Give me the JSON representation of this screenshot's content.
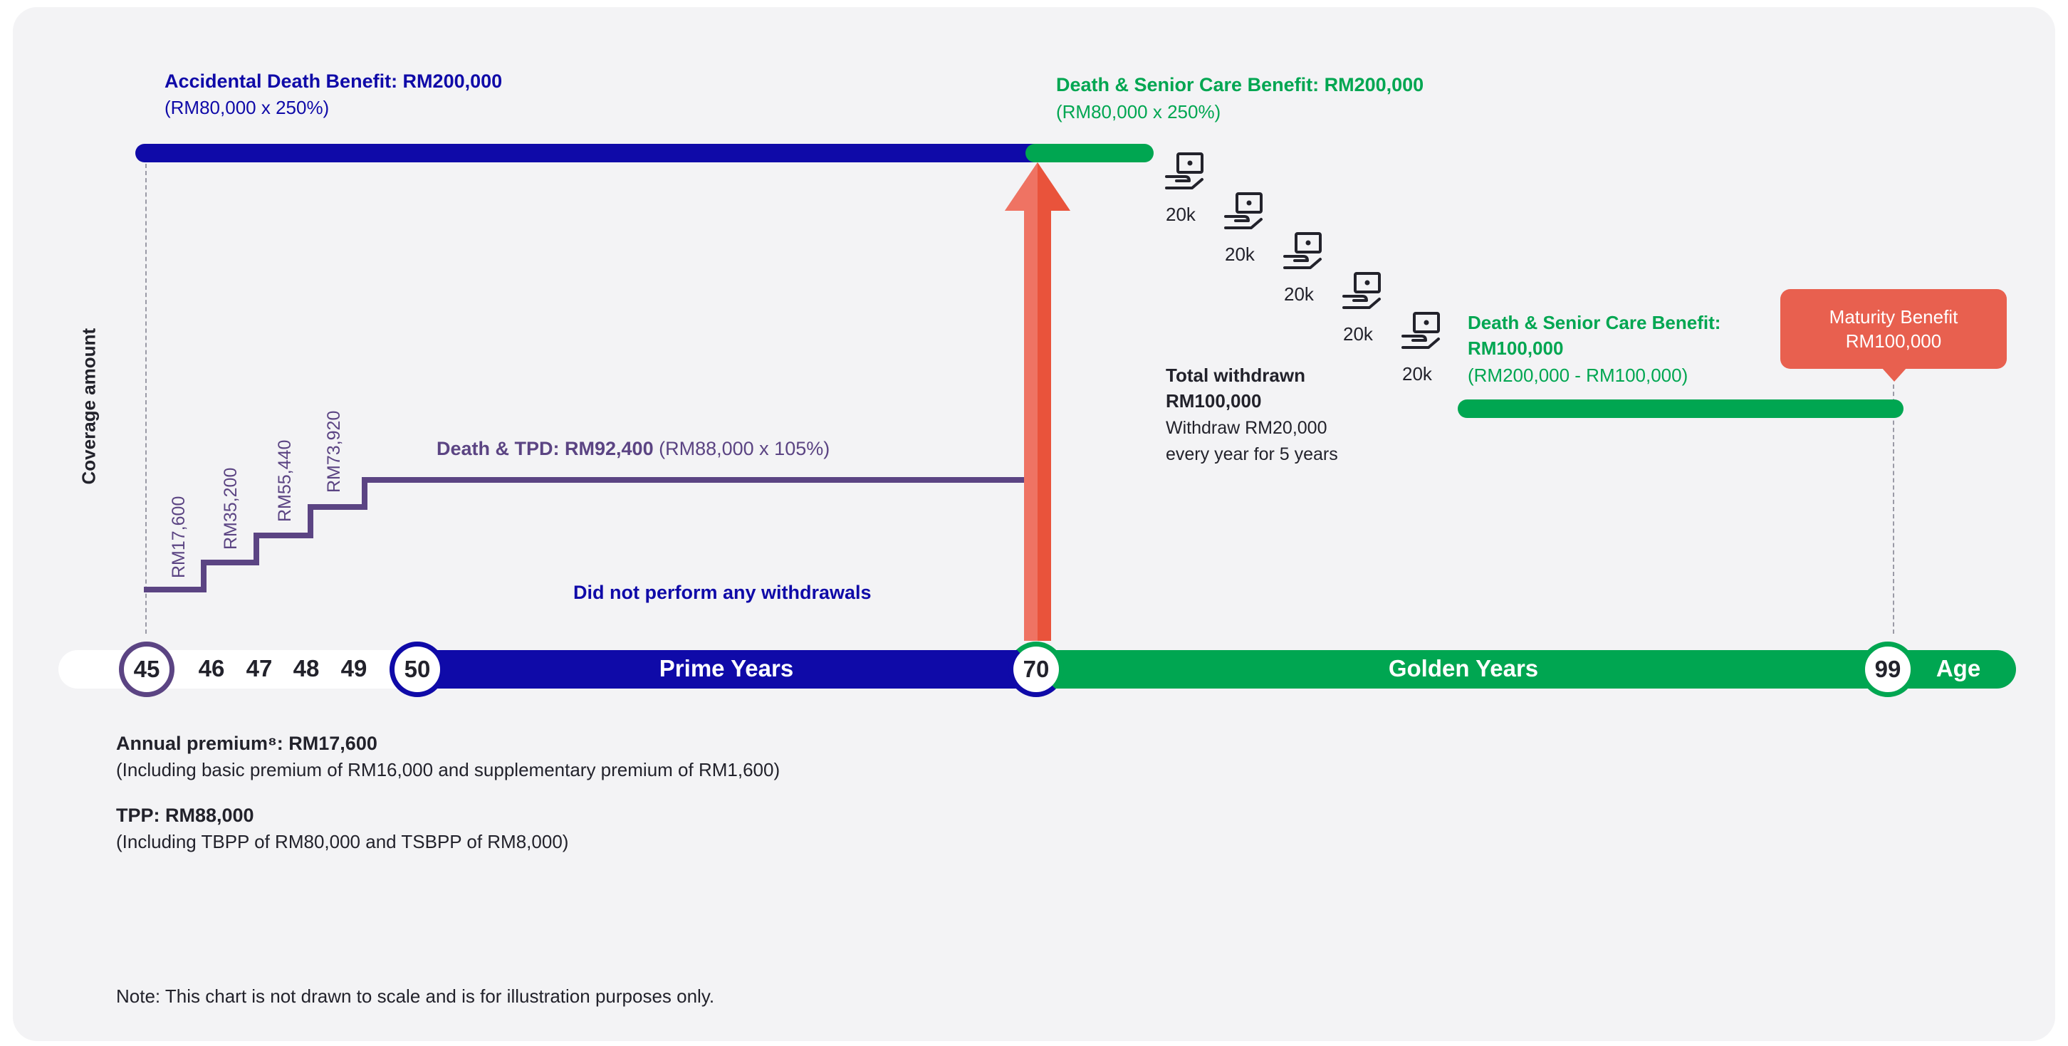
{
  "y_axis_label": "Coverage amount",
  "accidental": {
    "title": "Accidental Death Benefit: RM200,000",
    "sub": "(RM80,000 x 250%)"
  },
  "senior_care_top": {
    "title": "Death & Senior Care Benefit: RM200,000",
    "sub": "(RM80,000 x 250%)"
  },
  "death_tpd": {
    "title": "Death & TPD: RM92,400",
    "sub": "(RM88,000 x 105%)"
  },
  "steps": [
    "RM17,600",
    "RM35,200",
    "RM55,440",
    "RM73,920"
  ],
  "no_withdrawal": "Did not perform any withdrawals",
  "payouts": {
    "icon": "hand-receiving-cash-icon",
    "labels": [
      "20k",
      "20k",
      "20k",
      "20k",
      "20k"
    ]
  },
  "withdrawal_summary": {
    "line1": "Total withdrawn",
    "line2": "RM100,000",
    "line3": "Withdraw RM20,000",
    "line4": "every year for 5 years"
  },
  "senior_care_after": {
    "title": "Death & Senior Care Benefit:",
    "amount": "RM100,000",
    "calc": "(RM200,000 - RM100,000)"
  },
  "maturity": {
    "title": "Maturity Benefit",
    "amount": "RM100,000"
  },
  "timeline": {
    "ages": [
      "45",
      "46",
      "47",
      "48",
      "49",
      "50",
      "70",
      "99"
    ],
    "prime_label": "Prime Years",
    "golden_label": "Golden Years",
    "age_label": "Age"
  },
  "premium": {
    "title": "Annual premium⁸: RM17,600",
    "detail": "(Including basic premium of RM16,000 and supplementary premium of RM1,600)"
  },
  "tpp": {
    "title": "TPP: RM88,000",
    "detail": "(Including TBPP of RM80,000 and TSBPP of RM8,000)"
  },
  "note": "Note: This chart is not drawn to scale and is for illustration purposes only.",
  "colors": {
    "blue": "#0f0aa8",
    "green": "#00a651",
    "purple": "#5b4483",
    "red": "#e8604f",
    "arrow_red": "#e9533b",
    "text": "#22222b"
  }
}
